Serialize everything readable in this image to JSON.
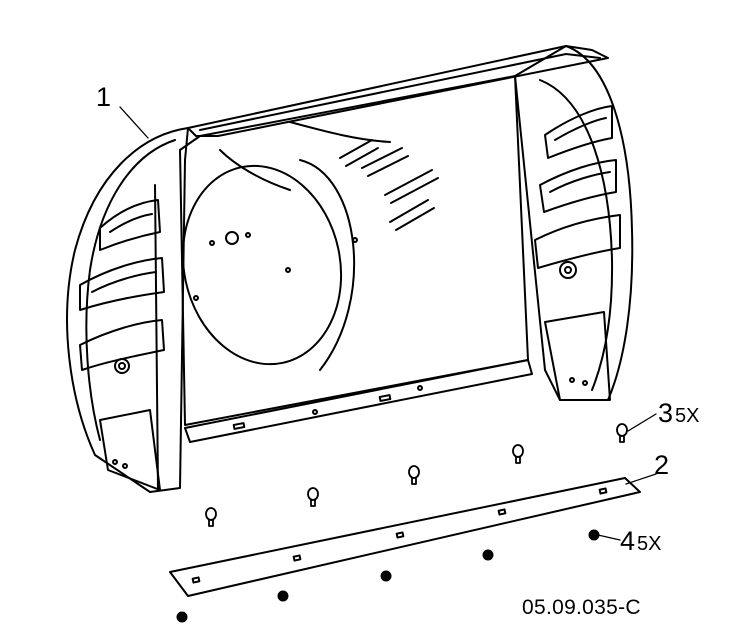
{
  "callouts": {
    "part1": {
      "number": "1",
      "qty": ""
    },
    "part2": {
      "number": "2",
      "qty": ""
    },
    "part3": {
      "number": "3",
      "qty": "5X"
    },
    "part4": {
      "number": "4",
      "qty": "5X"
    }
  },
  "drawing_code": "05.09.035-C"
}
